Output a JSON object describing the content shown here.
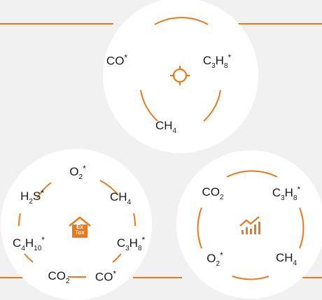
{
  "colors": {
    "accent": "#e87a1e",
    "background": "#f1f1f1",
    "disc": "#ffffff",
    "text": "#1a1a1a"
  },
  "icons": {
    "top": "crosshair-target-icon",
    "left": "ex-tox-house-icon",
    "right": "bar-trend-chart-icon"
  },
  "top_disc": {
    "co": {
      "base": "CO",
      "sup": "*"
    },
    "c3h8": {
      "a": "C",
      "a_sub": "3",
      "b": "H",
      "b_sub": "8",
      "sup": "*"
    },
    "ch4": {
      "a": "CH",
      "a_sub": "4"
    }
  },
  "left_disc": {
    "o2": {
      "a": "O",
      "a_sub": "2",
      "sup": "*"
    },
    "h2s": {
      "a": "H",
      "a_sub": "2",
      "b": "S",
      "sup": "*"
    },
    "ch4": {
      "a": "CH",
      "a_sub": "4"
    },
    "c4h10": {
      "a": "C",
      "a_sub": "4",
      "b": "H",
      "b_sub": "10",
      "sup": "*"
    },
    "c3h8": {
      "a": "C",
      "a_sub": "3",
      "b": "H",
      "b_sub": "8",
      "sup": "*"
    },
    "co2": {
      "a": "CO",
      "a_sub": "2"
    },
    "co": {
      "base": "CO",
      "sup": "*"
    },
    "badge_line1": "Ex",
    "badge_line2": "Tox"
  },
  "right_disc": {
    "co2": {
      "a": "CO",
      "a_sub": "2"
    },
    "c3h8": {
      "a": "C",
      "a_sub": "3",
      "b": "H",
      "b_sub": "8",
      "sup": "*"
    },
    "o2": {
      "a": "O",
      "a_sub": "2",
      "sup": "*"
    },
    "ch4": {
      "a": "CH",
      "a_sub": "4"
    }
  }
}
